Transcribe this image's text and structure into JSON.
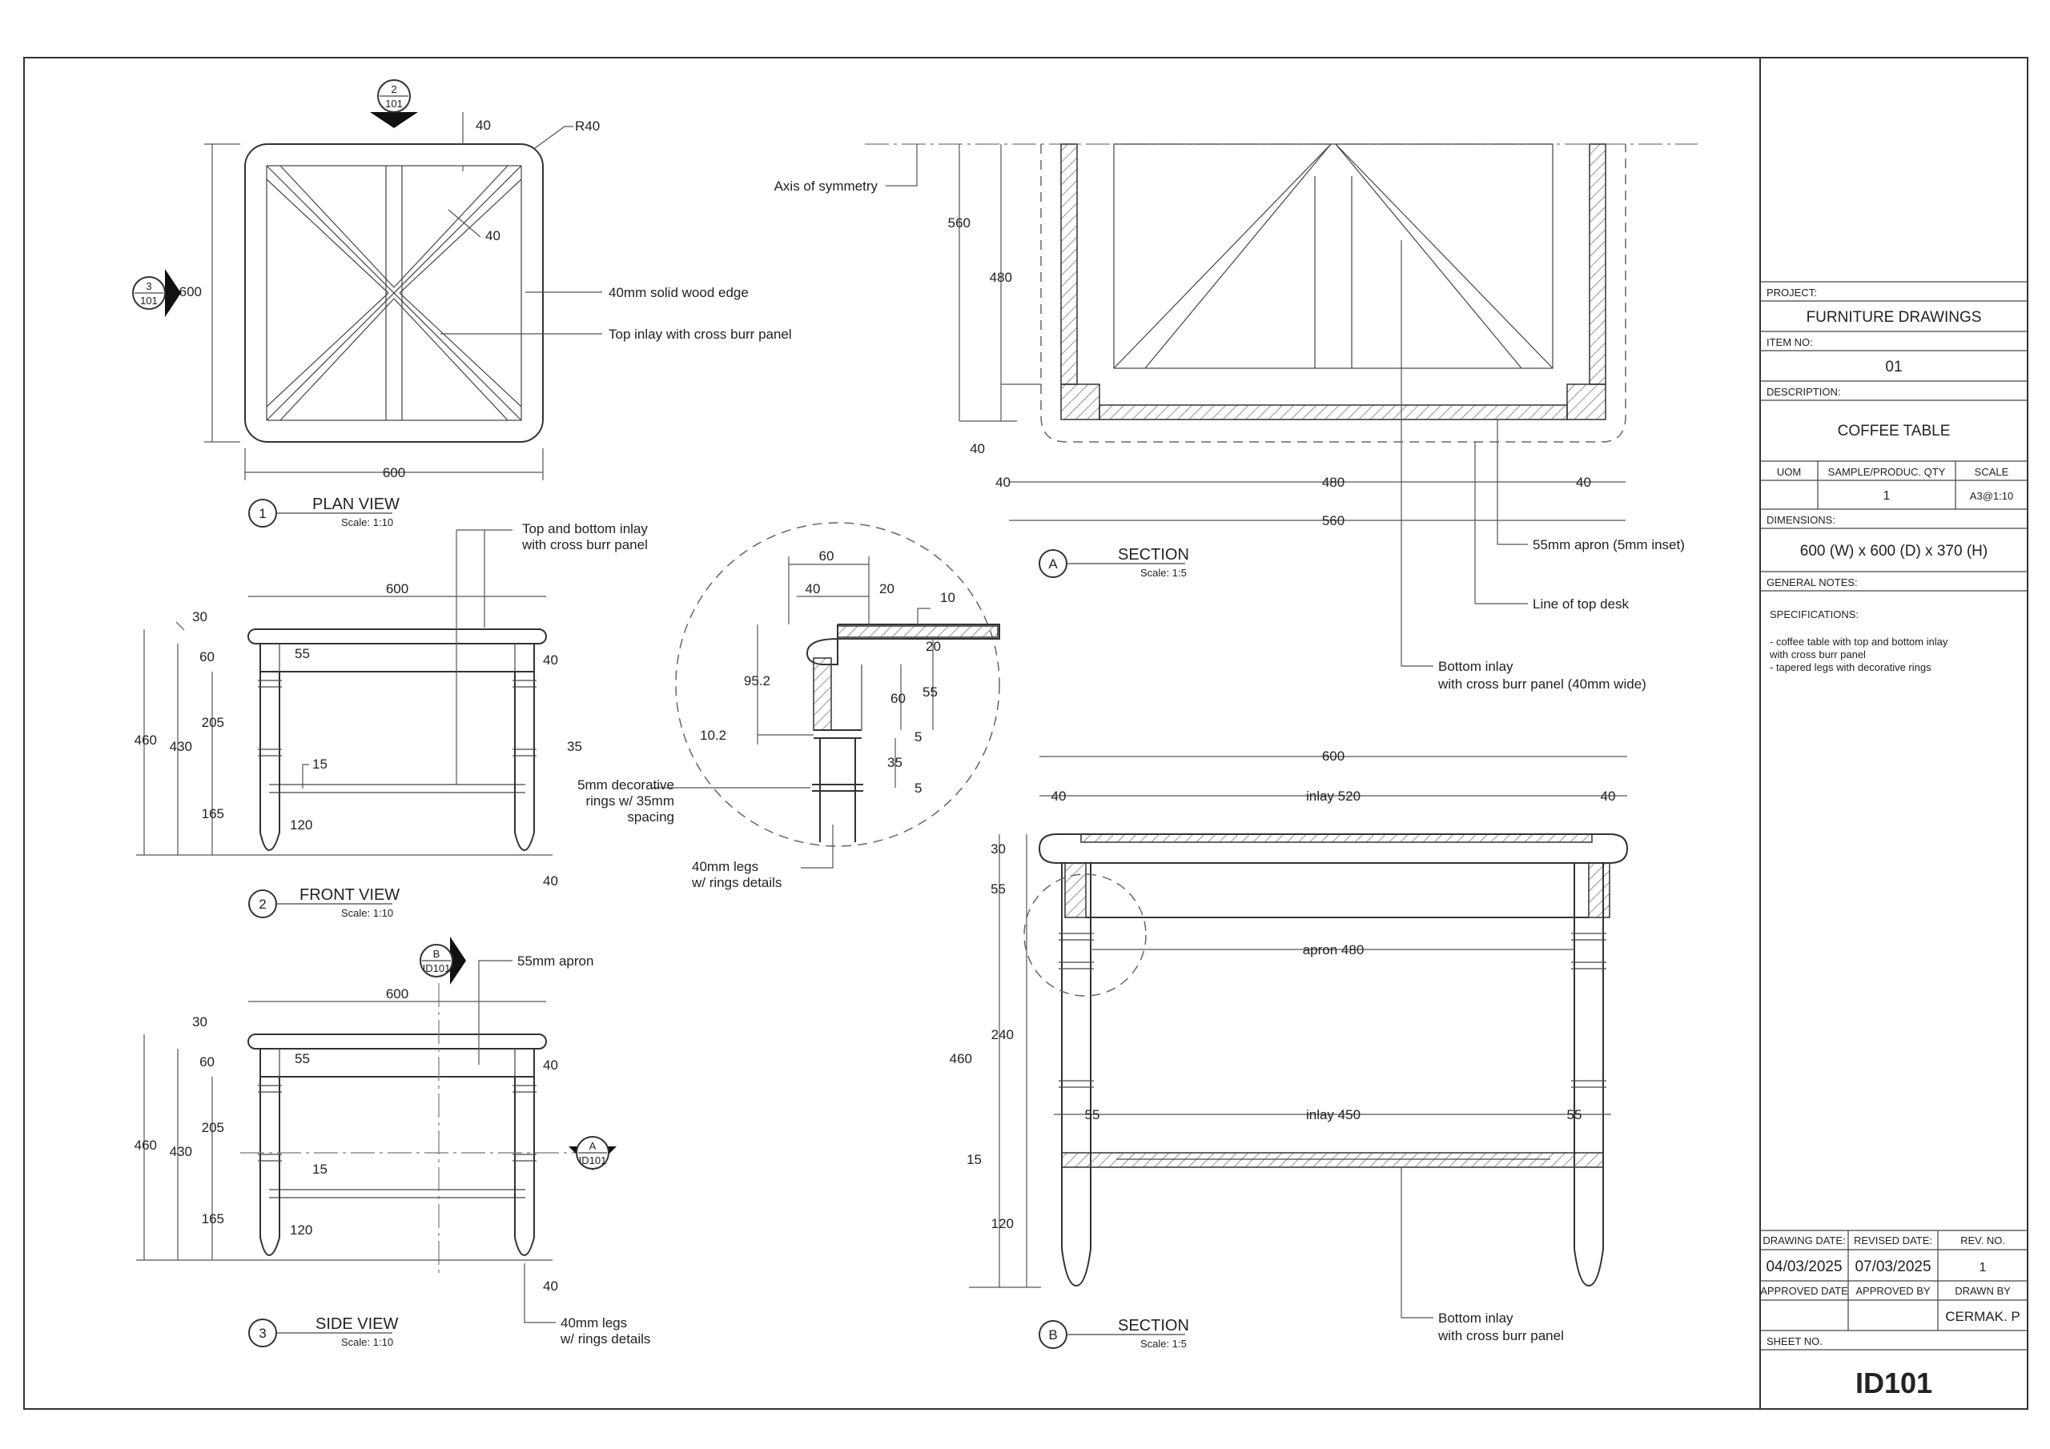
{
  "title_block": {
    "project_label": "PROJECT:",
    "project": "FURNITURE DRAWINGS",
    "item_no_label": "ITEM NO:",
    "item_no": "01",
    "description_label": "DESCRIPTION:",
    "description": "COFFEE TABLE",
    "uom_label": "UOM",
    "qty_label": "SAMPLE/PRODUC. QTY",
    "scale_label": "SCALE",
    "uom": "",
    "qty": "1",
    "scale": "A3@1:10",
    "dimensions_label": "DIMENSIONS:",
    "dimensions": "600 (W) x 600 (D) x 370 (H)",
    "general_notes_label": "GENERAL NOTES:",
    "notes": [
      "SPECIFICATIONS:",
      "- coffee table with top and bottom inlay",
      "  with cross burr panel",
      "- tapered legs with decorative rings"
    ],
    "drawing_date_label": "DRAWING DATE:",
    "revised_date_label": "REVISED DATE:",
    "rev_no_label": "REV. NO.",
    "drawing_date": "04/03/2025",
    "revised_date": "07/03/2025",
    "rev_no": "1",
    "approved_date_label": "APPROVED DATE",
    "approved_by_label": "APPROVED BY",
    "drawn_by_label": "DRAWN BY",
    "drawn_by": "CERMAK. P",
    "sheet_no_label": "SHEET NO.",
    "sheet_no": "ID101"
  },
  "views": {
    "plan": {
      "num": "1",
      "title": "PLAN VIEW",
      "scale": "Scale: 1:10"
    },
    "front": {
      "num": "2",
      "title": "FRONT VIEW",
      "scale": "Scale: 1:10"
    },
    "side": {
      "num": "3",
      "title": "SIDE VIEW",
      "scale": "Scale: 1:10"
    },
    "section_a": {
      "num": "A",
      "title": "SECTION",
      "scale": "Scale: 1:5"
    },
    "section_b": {
      "num": "B",
      "title": "SECTION",
      "scale": "Scale: 1:5"
    }
  },
  "markers": {
    "plan_top": {
      "top": "2",
      "bottom": "101"
    },
    "plan_left": {
      "top": "3",
      "bottom": "101"
    },
    "side_b": {
      "top": "B",
      "bottom": "ID101"
    },
    "side_a": {
      "top": "A",
      "bottom": "ID101"
    }
  },
  "plan_dims": {
    "d40_top": "40",
    "r40": "R40",
    "d40_diag": "40",
    "d600_v": "600",
    "d600_h": "600",
    "note_edge": "40mm solid wood edge",
    "note_inlay": "Top inlay with cross burr panel"
  },
  "front_dims": {
    "d600": "600",
    "d30": "30",
    "d60": "60",
    "d55": "55",
    "d40a": "40",
    "d460": "460",
    "d430": "430",
    "d205": "205",
    "d15": "15",
    "d165": "165",
    "d120": "120",
    "d35": "35",
    "d40b": "40",
    "note_inlay_1": "Top and bottom inlay",
    "note_inlay_2": "with cross burr panel"
  },
  "side_dims": {
    "d600": "600",
    "d30": "30",
    "d60": "60",
    "d55": "55",
    "d40a": "40",
    "d460": "460",
    "d430": "430",
    "d205": "205",
    "d15": "15",
    "d165": "165",
    "d120": "120",
    "d40b": "40",
    "note_apron": "55mm apron",
    "note_legs_1": "40mm legs",
    "note_legs_2": "w/ rings details"
  },
  "detail_dims": {
    "d60": "60",
    "d40": "40",
    "d20a": "20",
    "d10": "10",
    "d20b": "20",
    "d95": "95.2",
    "d60b": "60",
    "d55": "55",
    "d102": "10.2",
    "d5a": "5",
    "d35": "35",
    "d5b": "5",
    "note_rings_1": "5mm decorative",
    "note_rings_2": "rings w/ 35mm",
    "note_rings_3": "spacing",
    "note_legs_1": "40mm legs",
    "note_legs_2": "w/ rings details"
  },
  "section_a_dims": {
    "axis_note": "Axis of symmetry",
    "d560v": "560",
    "d480v": "480",
    "d40v": "40",
    "d40l": "40",
    "d480": "480",
    "d40r": "40",
    "d560": "560",
    "note_apron": "55mm apron (5mm inset)",
    "note_top": "Line of top desk",
    "note_bottom_1": "Bottom inlay",
    "note_bottom_2": "with cross burr panel (40mm wide)"
  },
  "section_b_dims": {
    "d600": "600",
    "d40l": "40",
    "inlay520": "inlay 520",
    "d40r": "40",
    "d30": "30",
    "d55v": "55",
    "apron480": "apron 480",
    "d240": "240",
    "d460": "460",
    "d55l": "55",
    "inlay450": "inlay 450",
    "d55r": "55",
    "d15": "15",
    "d120": "120",
    "note_bottom_1": "Bottom inlay",
    "note_bottom_2": "with cross burr panel"
  }
}
